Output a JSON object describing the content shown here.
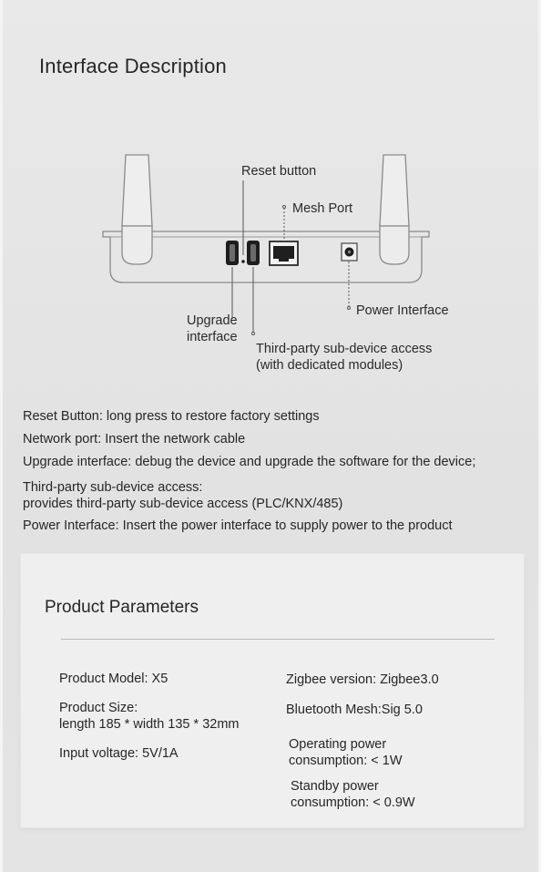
{
  "section_title": "Interface Description",
  "diagram": {
    "labels": {
      "reset_button": "Reset button",
      "mesh_port": "Mesh Port",
      "power_interface": "Power Interface",
      "upgrade_interface_line1": "Upgrade",
      "upgrade_interface_line2": "interface",
      "third_party_line1": "Third-party sub-device access",
      "third_party_line2": "(with dedicated modules)"
    }
  },
  "descriptions": {
    "reset": "Reset Button: long press to restore factory settings",
    "network": "Network port: Insert the network cable",
    "upgrade": "Upgrade interface: debug the device and upgrade the software for the device;",
    "third_party_line1": "Third-party sub-device access:",
    "third_party_line2": "provides third-party sub-device access (PLC/KNX/485)",
    "power": "Power Interface: Insert the power interface to supply power to the product"
  },
  "parameters": {
    "title": "Product Parameters",
    "model": "Product Model: X5",
    "size_line1": "Product Size:",
    "size_line2": "length 185 * width 135 * 32mm",
    "input_voltage": "Input voltage: 5V/1A",
    "zigbee": "Zigbee version: Zigbee3.0",
    "bluetooth": "Bluetooth Mesh:Sig 5.0",
    "operating_line1": "Operating power",
    "operating_line2": "consumption: < 1W",
    "standby_line1": "Standby power",
    "standby_line2": "consumption: < 0.9W"
  }
}
